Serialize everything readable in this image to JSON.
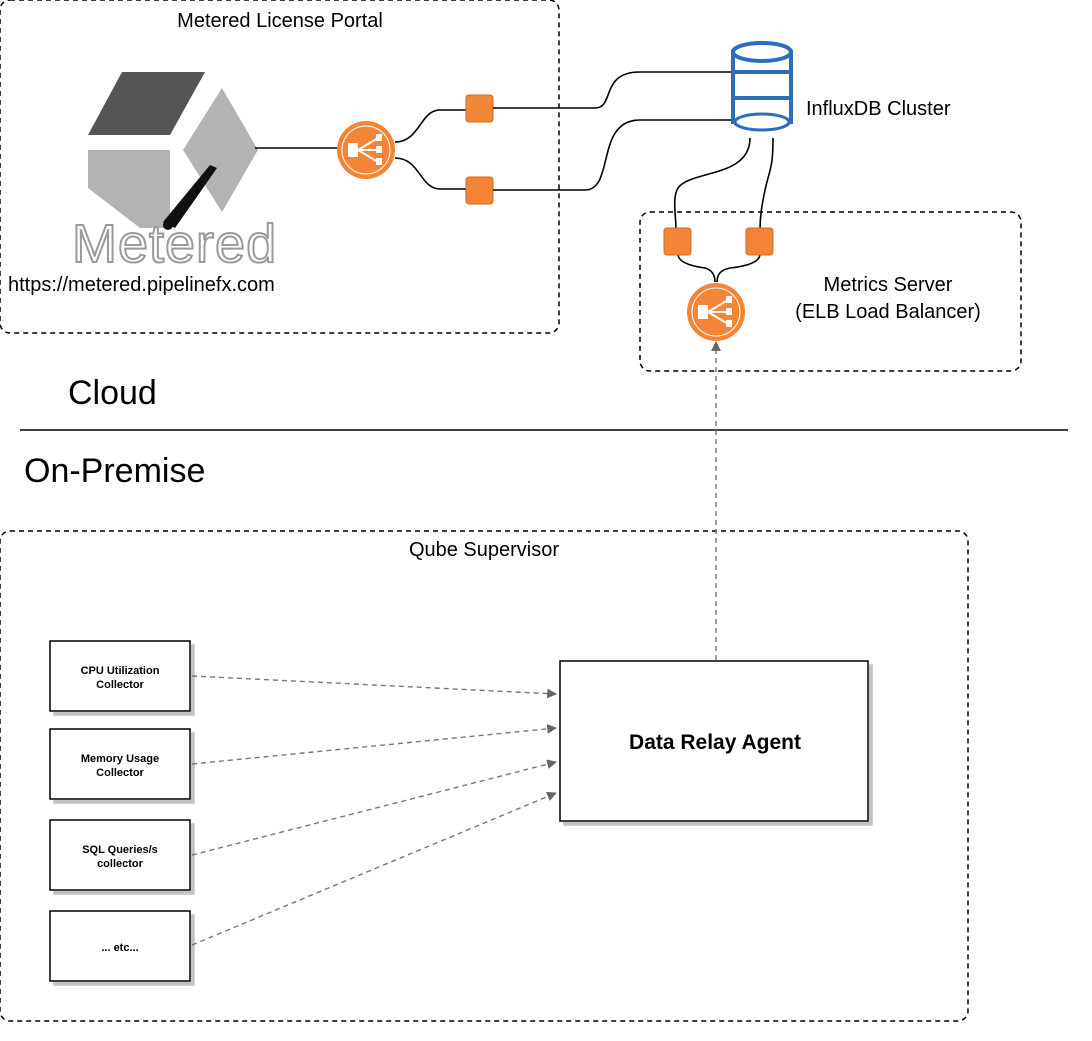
{
  "diagram": {
    "portal": {
      "title": "Metered License Portal",
      "logo_text": "Metered",
      "url": "https://metered.pipelinefx.com"
    },
    "influx": {
      "label": "InfluxDB Cluster"
    },
    "metrics": {
      "line1": "Metrics Server",
      "line2": "(ELB Load Balancer)"
    },
    "zones": {
      "cloud": "Cloud",
      "on_premise": "On-Premise"
    },
    "supervisor": {
      "title": "Qube Supervisor",
      "collectors": [
        {
          "line1": "CPU Utilization",
          "line2": "Collector"
        },
        {
          "line1": "Memory Usage",
          "line2": "Collector"
        },
        {
          "line1": "SQL Queries/s",
          "line2": "collector"
        },
        {
          "line1": "... etc...",
          "line2": ""
        }
      ],
      "agent": {
        "label": "Data Relay Agent"
      }
    },
    "colors": {
      "accent_orange": "#f58536",
      "db_blue": "#2c6ebd",
      "dashed_border": "#000000",
      "arrow_gray": "#777777",
      "logo_dark": "#555555",
      "logo_light": "#b3b3b3"
    },
    "icons": [
      "metered-logo-icon",
      "load-balancer-icon",
      "instance-icon",
      "database-icon"
    ]
  }
}
